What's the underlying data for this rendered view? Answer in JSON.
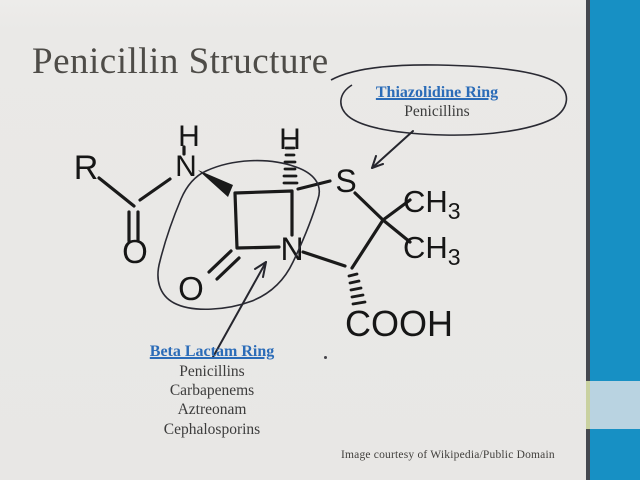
{
  "slide": {
    "title": "Penicillin Structure",
    "credit": "Image courtesy of Wikipedia/Public Domain"
  },
  "callouts": {
    "thiazolidine": {
      "title": "Thiazolidine Ring",
      "item": "Penicillins"
    },
    "beta_lactam": {
      "title": "Beta Lactam Ring",
      "items": [
        "Penicillins",
        "Carbapenems",
        "Aztreonam",
        "Cephalosporins"
      ]
    }
  },
  "structure": {
    "atoms": {
      "r": "R",
      "h": "H",
      "n": "N",
      "o": "O",
      "s": "S",
      "ch": "CH",
      "sub": "3",
      "cooh": "COOH"
    }
  },
  "theme": {
    "accent_blue": "#1790c4",
    "light_blue": "#b9d3e1",
    "link_blue": "#2b6cb8",
    "background": "#eae9e7",
    "ink": "#1a1a1a"
  }
}
